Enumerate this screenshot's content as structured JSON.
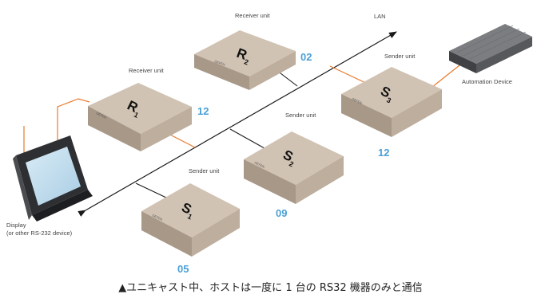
{
  "network": {
    "label": "LAN"
  },
  "units": {
    "r1": {
      "letter": "R",
      "sub": "1",
      "caption": "Receiver unit",
      "id": "12",
      "brand": "GEFEN"
    },
    "r2": {
      "letter": "R",
      "sub": "2",
      "caption": "Receiver unit",
      "id": "02",
      "brand": "GEFEN"
    },
    "s1": {
      "letter": "S",
      "sub": "1",
      "caption": "Sender unit",
      "id": "05",
      "brand": "GEFEN"
    },
    "s2": {
      "letter": "S",
      "sub": "2",
      "caption": "Sender unit",
      "id": "09",
      "brand": "GEFEN"
    },
    "s3": {
      "letter": "S",
      "sub": "3",
      "caption": "Sender unit",
      "id": "12",
      "brand": "GEFEN"
    }
  },
  "display": {
    "line1": "Display",
    "line2": "(or other RS-232 device)"
  },
  "automation": {
    "label": "Automation Device"
  },
  "caption": "▲ユニキャスト中、ホストは一度に 1 台の RS32 機器のみと通信",
  "colors": {
    "box_top": "#d1c3b3",
    "box_left": "#a89888",
    "box_right": "#bdae9e",
    "id_text": "#4a9fd6",
    "serial_line": "#e87a2c",
    "lan_line": "#1a1a1a"
  }
}
